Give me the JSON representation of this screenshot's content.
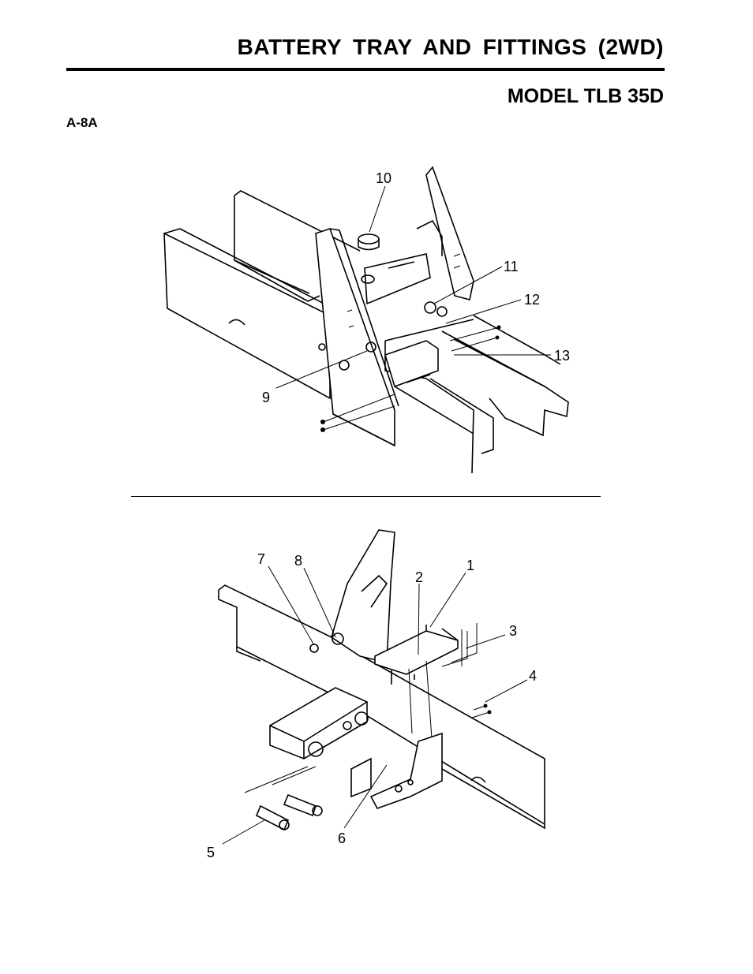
{
  "header": {
    "title": "BATTERY TRAY AND FITTINGS (2WD)",
    "model": "MODEL TLB 35D",
    "page_code": "A-8A"
  },
  "callouts": {
    "top": [
      "10",
      "11",
      "12",
      "13",
      "9"
    ],
    "bottom": [
      "7",
      "8",
      "2",
      "1",
      "3",
      "4",
      "5",
      "6"
    ]
  }
}
